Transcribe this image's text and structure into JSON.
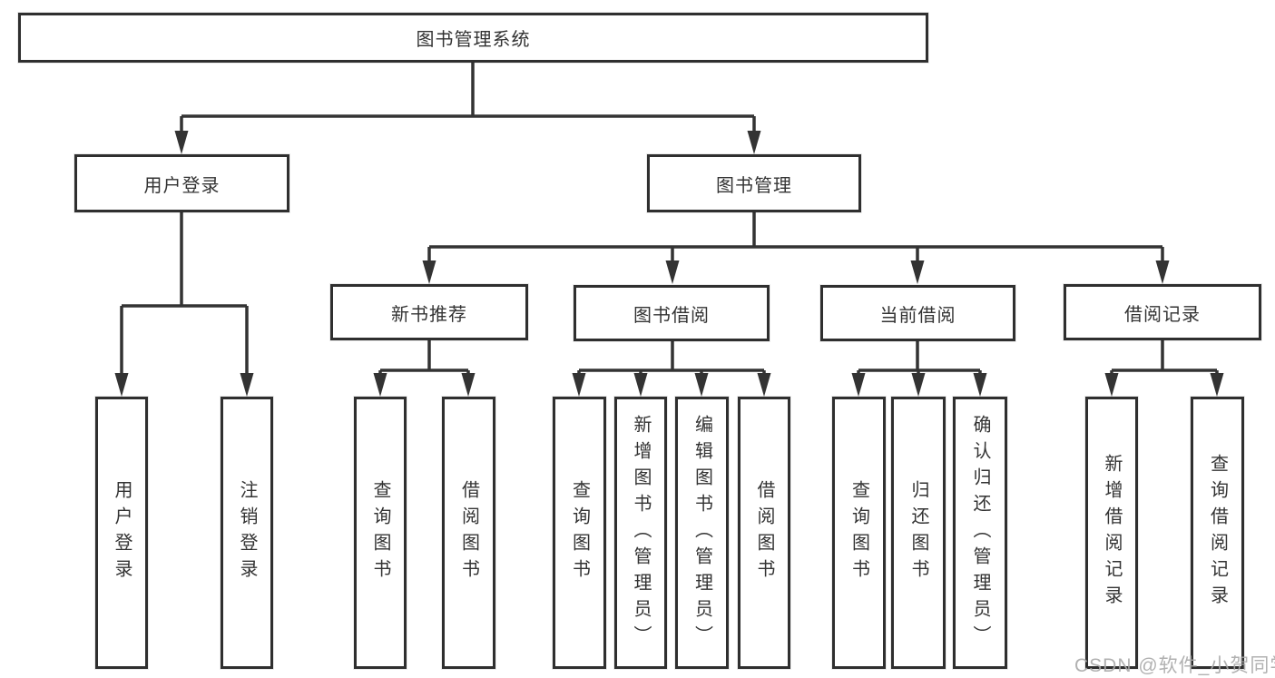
{
  "tree": {
    "root": {
      "label": "图书管理系统"
    },
    "user_login": {
      "label": "用户登录",
      "children": [
        {
          "label": "用户登录"
        },
        {
          "label": "注销登录"
        }
      ]
    },
    "book_mgmt": {
      "label": "图书管理",
      "children": [
        {
          "label": "新书推荐",
          "children": [
            {
              "label": "查询图书"
            },
            {
              "label": "借阅图书"
            }
          ]
        },
        {
          "label": "图书借阅",
          "children": [
            {
              "label": "查询图书"
            },
            {
              "label": "新增图书（管理员）"
            },
            {
              "label": "编辑图书（管理员）"
            },
            {
              "label": "借阅图书"
            }
          ]
        },
        {
          "label": "当前借阅",
          "children": [
            {
              "label": "查询图书"
            },
            {
              "label": "归还图书"
            },
            {
              "label": "确认归还（管理员）"
            }
          ]
        },
        {
          "label": "借阅记录",
          "children": [
            {
              "label": "新增借阅记录"
            },
            {
              "label": "查询借阅记录"
            }
          ]
        }
      ]
    }
  },
  "watermark": "CSDN @软件_小贺同学",
  "colors": {
    "line": "#333333",
    "box_border": "#2f2f2f",
    "box_fill": "#ffffff",
    "text": "#333333",
    "watermark": "#a9a9a9",
    "background": "#ffffff"
  }
}
